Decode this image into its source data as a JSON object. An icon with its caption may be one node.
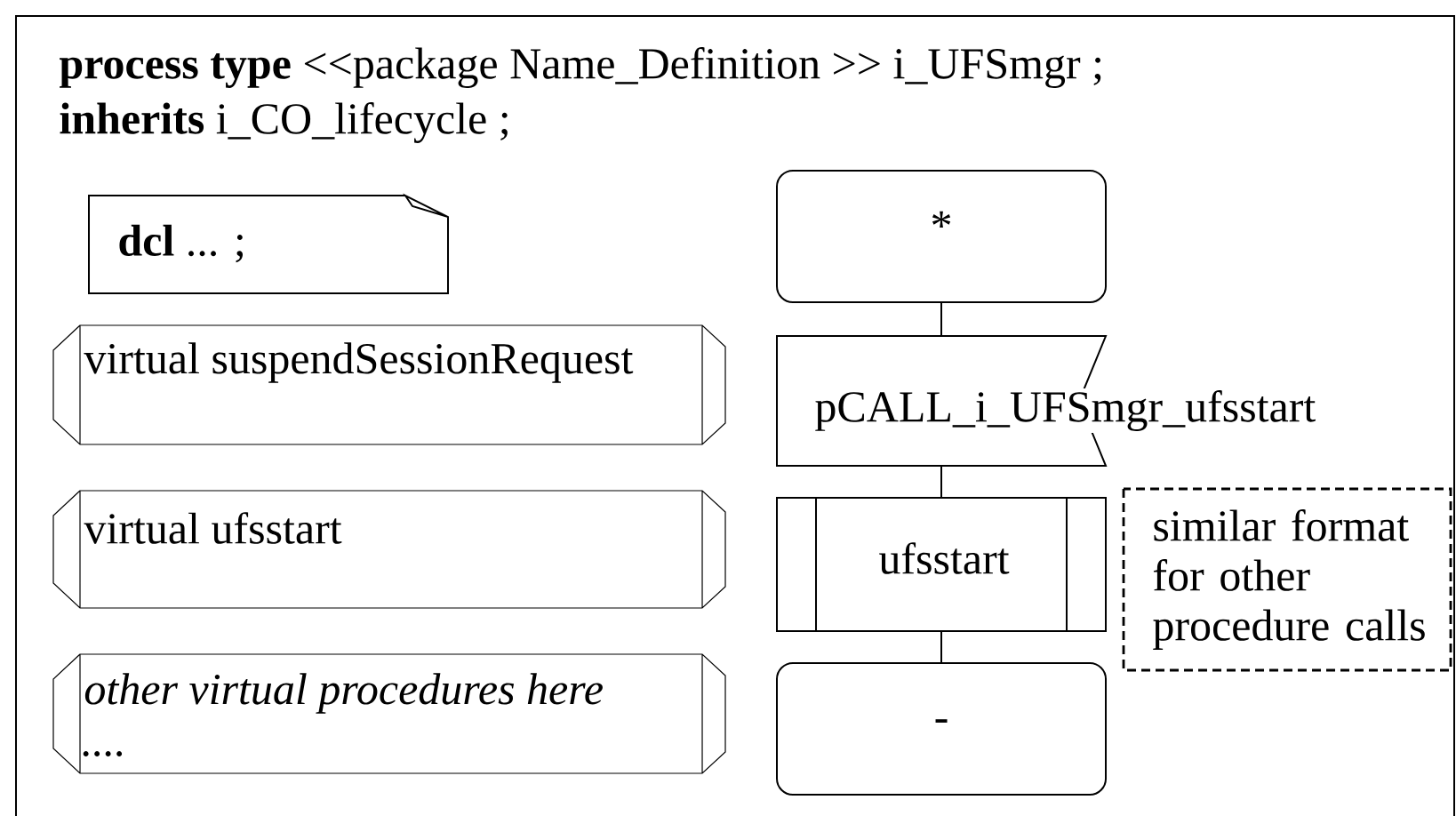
{
  "diagram": {
    "nodes": [
      {
        "text": [
          "**process type** <<package Name_Definition >> i_UFSmgr ;",
          "**inherits** i_CO_lifecycle ;"
        ]
      },
      {
        "text": [
          "**dcl** ... ;"
        ],
        "in": 0
      },
      {
        "text": [
          "virtual suspendSessionRequest"
        ],
        "in": 0
      },
      {
        "text": [
          "virtual ufsstart"
        ],
        "in": 0
      },
      {
        "text": [
          "*other virtual procedures here*",
          "...."
        ],
        "in": 0
      },
      {
        "text": [
          "*"
        ],
        "in": 0
      },
      {
        "text": [
          "pCALL_i_UFSmgr_ufsstart"
        ],
        "in": 0
      },
      {
        "text": [
          "ufsstart"
        ],
        "in": 0
      },
      {
        "text": [
          "-"
        ],
        "in": 0
      },
      {
        "text": [
          "similar format for other procedure calls"
        ],
        "in": 0
      }
    ],
    "edges": [
      {
        "from": 5,
        "to": 6,
        "arrow": "none"
      },
      {
        "from": 6,
        "to": 7,
        "arrow": "none"
      },
      {
        "from": 7,
        "to": 8,
        "arrow": "none"
      }
    ]
  }
}
